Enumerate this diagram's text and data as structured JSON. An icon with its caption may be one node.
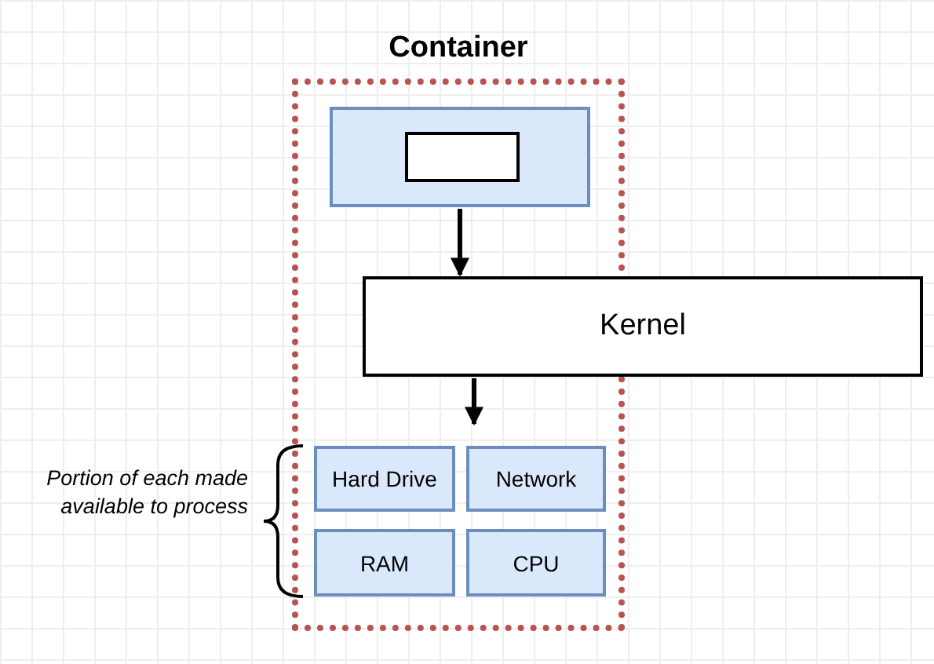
{
  "diagram": {
    "nodes": [
      {
        "text": [
          "Container"
        ]
      },
      {
        "text": [],
        "shape": "box",
        "in": 0
      },
      {
        "text": [],
        "shape": "box",
        "in": 1
      },
      {
        "text": [
          "Kernel"
        ]
      },
      {
        "text": [
          "Hard Drive"
        ],
        "in": 0
      },
      {
        "text": [
          "Network"
        ],
        "in": 0
      },
      {
        "text": [
          "RAM"
        ],
        "in": 0
      },
      {
        "text": [
          "CPU"
        ],
        "in": 0
      }
    ],
    "edges": [
      {
        "from": 1,
        "to": 3,
        "arrow": "to"
      },
      {
        "from": 3,
        "to": 5,
        "arrow": "to"
      }
    ],
    "labels": [
      "Portion of each made available to process"
    ]
  }
}
